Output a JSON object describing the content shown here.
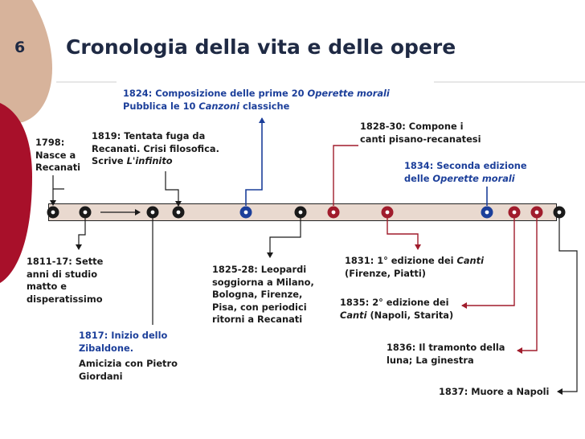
{
  "slide_number": "6",
  "title": "Cronologia della vita e delle opere",
  "events": {
    "e1798": {
      "lines": [
        "1798:",
        "Nasce a",
        "Recanati"
      ]
    },
    "e1819": {
      "line1": "1819: Tentata fuga da",
      "line2": "Recanati. Crisi filosofica.",
      "line3_pre": "Scrive ",
      "line3_it": "L'infinito"
    },
    "e1824": {
      "line1_pre": "1824: Composizione delle prime 20 ",
      "line1_it": "Operette morali",
      "line2_pre": "Pubblica le 10 ",
      "line2_it": "Canzoni",
      "line2_post": " classiche"
    },
    "e1828": {
      "lines": [
        "1828-30: Compone i",
        "canti pisano-recanatesi"
      ]
    },
    "e1834": {
      "line1": "1834: Seconda edizione",
      "line2_pre": "delle ",
      "line2_it": "Operette morali"
    },
    "e1811": {
      "lines": [
        "1811-17: Sette",
        "anni di studio",
        "matto e",
        "disperatissimo"
      ]
    },
    "e1817": {
      "lines_blue": [
        "1817: Inizio dello",
        "Zibaldone."
      ],
      "lines_dark": [
        "Amicizia con Pietro",
        "Giordani"
      ]
    },
    "e1825": {
      "lines": [
        "1825-28: Leopardi",
        "soggiorna a Milano,",
        "Bologna, Firenze,",
        "Pisa, con periodici",
        "ritorni a Recanati"
      ]
    },
    "e1831": {
      "line1_pre": "1831: 1° edizione dei ",
      "line1_it": "Canti",
      "line2": "(Firenze, Piatti)"
    },
    "e1835": {
      "line1": "1835: 2° edizione dei",
      "line2_it": "Canti",
      "line2_post": " (Napoli, Starita)"
    },
    "e1836": {
      "lines": [
        "1836: Il tramonto della",
        "luna; La ginestra"
      ]
    },
    "e1837": {
      "line": "1837: Muore a Napoli"
    }
  },
  "colors": {
    "title": "#1f2a44",
    "blue": "#1c3f9a",
    "dark_red": "#a01c2c",
    "band": "#e9d9cf",
    "blob_tan": "#d7b39b",
    "blob_red": "#a8102a"
  }
}
